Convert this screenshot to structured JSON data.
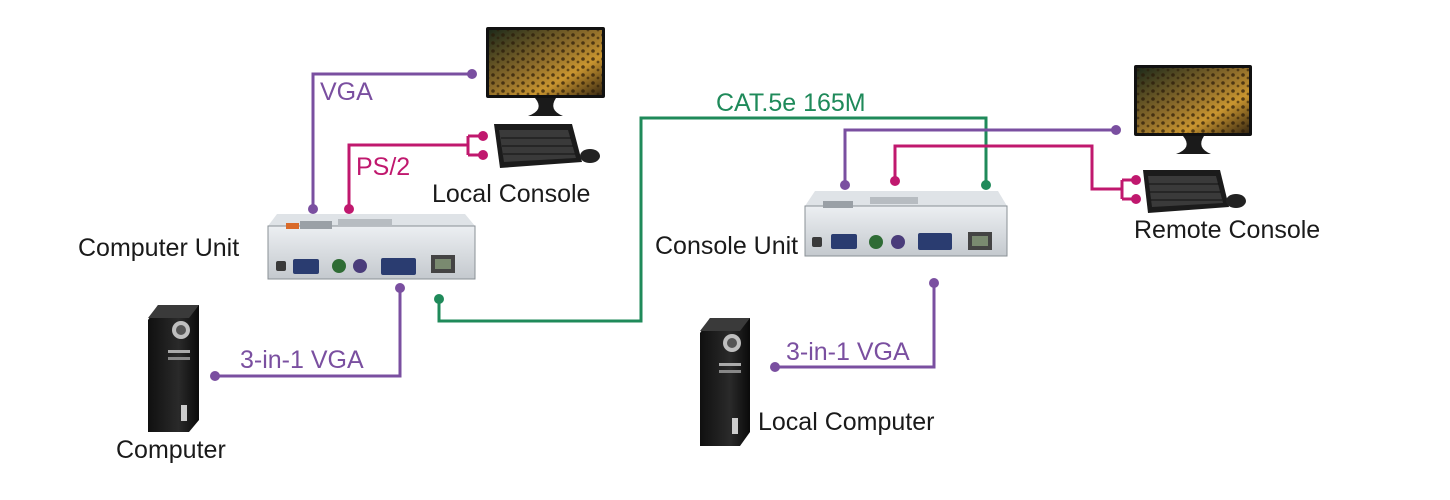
{
  "colors": {
    "vga": "#7a4fa0",
    "ps2": "#c0186e",
    "cat5": "#1f8a5a"
  },
  "labels": {
    "vga": "VGA",
    "ps2": "PS/2",
    "cat5": "CAT.5e 165M",
    "local_console": "Local Console",
    "computer_unit": "Computer Unit",
    "console_unit": "Console Unit",
    "remote_console": "Remote Console",
    "vga_3in1_left": "3-in-1 VGA",
    "vga_3in1_right": "3-in-1 VGA",
    "computer": "Computer",
    "local_computer": "Local Computer"
  },
  "icons": {
    "monitor": "monitor-icon",
    "keyboard_mouse": "keyboard-mouse-icon",
    "kvm_extender": "kvm-extender-icon",
    "tower_pc": "tower-pc-icon"
  }
}
